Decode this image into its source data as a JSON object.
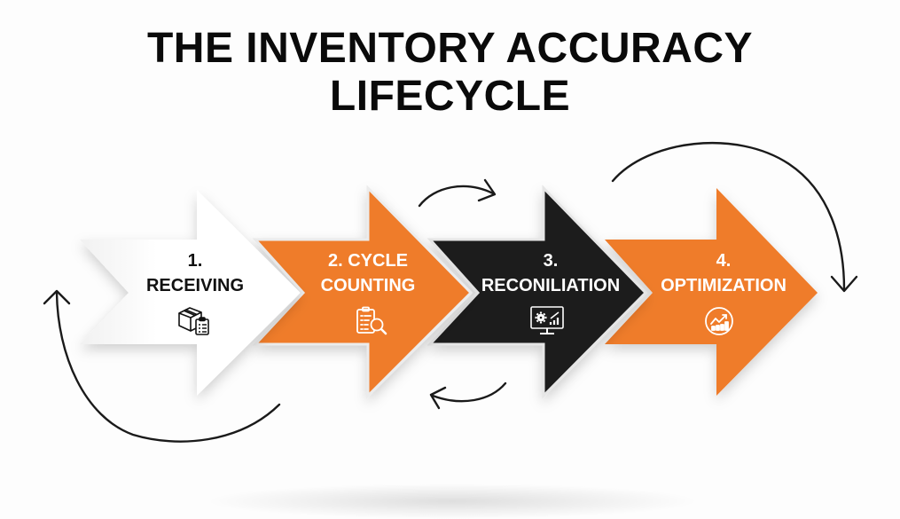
{
  "title": {
    "line1": "THE INVENTORY ACCURACY",
    "line2": "LIFECYCLE"
  },
  "colors": {
    "orange": "#ef7b2b",
    "black": "#1b1b1b",
    "white": "#ffffff",
    "text_dark": "#0a0a0a",
    "connector": "#1a1a1a"
  },
  "steps": [
    {
      "number": "1.",
      "name": "RECEIVING",
      "icon": "box-clipboard-icon",
      "fill": "white"
    },
    {
      "number": "2. CYCLE",
      "name": "COUNTING",
      "icon": "clipboard-magnifier-icon",
      "fill": "orange"
    },
    {
      "number": "3.",
      "name": "RECONILIATION",
      "icon": "monitor-gear-chart-icon",
      "fill": "black"
    },
    {
      "number": "4.",
      "name": "OPTIMIZATION",
      "icon": "growth-chart-circle-icon",
      "fill": "orange"
    }
  ],
  "connectors": [
    "loop-arrow-left",
    "small-arrow-top",
    "small-arrow-bottom",
    "loop-arrow-right"
  ]
}
